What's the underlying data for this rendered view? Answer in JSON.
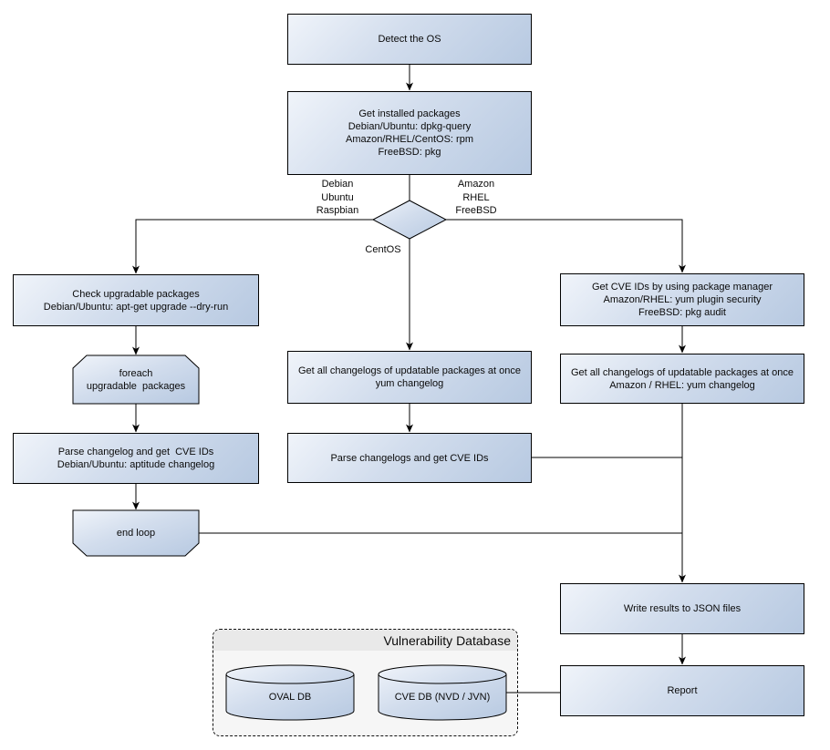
{
  "nodes": {
    "detect_os": {
      "label": "Detect the OS"
    },
    "get_installed": {
      "label": "Get installed packages\nDebian/Ubuntu: dpkg-query\nAmazon/RHEL/CentOS: rpm\nFreeBSD: pkg"
    },
    "check_upgradable": {
      "label": "Check upgradable packages\nDebian/Ubuntu: apt-get upgrade --dry-run"
    },
    "foreach_loop": {
      "label": "foreach\nupgradable  packages"
    },
    "parse_changelog_apt": {
      "label": "Parse changelog and get  CVE IDs\nDebian/Ubuntu: aptitude changelog"
    },
    "end_loop": {
      "label": "end loop"
    },
    "get_changelogs_yum": {
      "label": "Get all changelogs of updatable packages at once\nyum changelog"
    },
    "parse_changelogs_yum": {
      "label": "Parse changelogs and get CVE IDs"
    },
    "get_cve_pkg_manager": {
      "label": "Get CVE IDs by using package manager\nAmazon/RHEL: yum plugin security\nFreeBSD: pkg audit"
    },
    "get_changelogs_amazon": {
      "label": "Get all changelogs of updatable packages at once\nAmazon / RHEL: yum changelog"
    },
    "write_json": {
      "label": "Write results to JSON files"
    },
    "report": {
      "label": "Report"
    },
    "oval_db": {
      "label": "OVAL DB"
    },
    "cve_db": {
      "label": "CVE DB (NVD / JVN)"
    }
  },
  "branch_labels": {
    "left": "Debian\nUbuntu\nRaspbian",
    "right": "Amazon\nRHEL\nFreeBSD",
    "bottom": "CentOS"
  },
  "group": {
    "title": "Vulnerability Database"
  },
  "colors": {
    "background": "#ffffff",
    "node_border": "#000000",
    "node_fill_light": "#f0f4fa",
    "node_fill_dark": "#b7c9e1",
    "group_fill": "#f6f6f6",
    "group_title_band": "#e9e9e9",
    "connector": "#000000"
  }
}
